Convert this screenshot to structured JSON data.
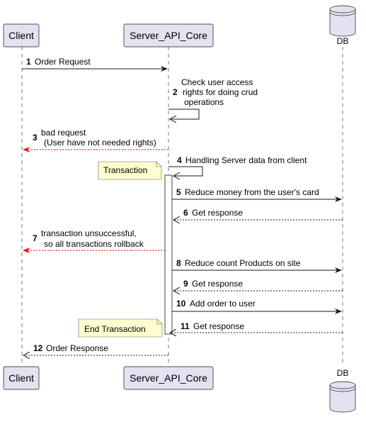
{
  "participants": {
    "client": "Client",
    "server": "Server_API_Core",
    "db": "DB"
  },
  "messages": [
    {
      "num": "1",
      "lines": [
        "Order Request"
      ]
    },
    {
      "num": "2",
      "lines": [
        "Check user access",
        "rights for doing crud",
        "operations"
      ]
    },
    {
      "num": "3",
      "lines": [
        "bad request",
        "(User have not needed rights)"
      ]
    },
    {
      "num": "4",
      "lines": [
        "Handling Server data from client"
      ]
    },
    {
      "num": "5",
      "lines": [
        "Reduce money from the user's card"
      ]
    },
    {
      "num": "6",
      "lines": [
        "Get response"
      ]
    },
    {
      "num": "7",
      "lines": [
        "transaction unsuccessful,",
        "so all transactions rollback"
      ]
    },
    {
      "num": "8",
      "lines": [
        "Reduce count Products on site"
      ]
    },
    {
      "num": "9",
      "lines": [
        "Get response"
      ]
    },
    {
      "num": "10",
      "lines": [
        "Add order to user"
      ]
    },
    {
      "num": "11",
      "lines": [
        "Get response"
      ]
    },
    {
      "num": "12",
      "lines": [
        "Order Response"
      ]
    }
  ],
  "notes": {
    "transaction": "Transaction",
    "end_transaction": "End Transaction"
  },
  "colors": {
    "participant_fill": "#e2e2f0",
    "note_fill": "#fefece",
    "error_arrow": "#ff0000",
    "arrow": "#181818"
  }
}
